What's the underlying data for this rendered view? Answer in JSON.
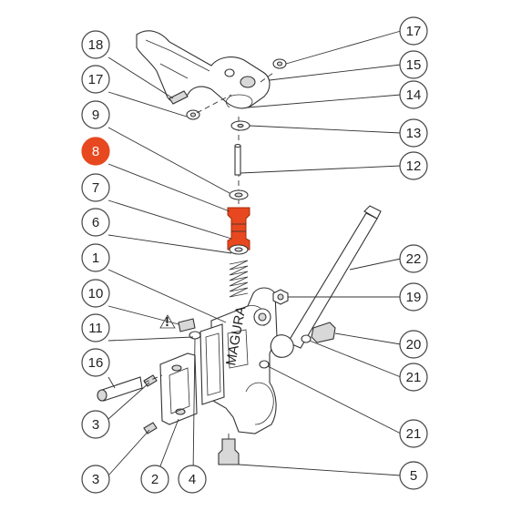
{
  "diagram": {
    "highlight_color": "#e8481f",
    "callouts": [
      {
        "id": "c18",
        "label": "18",
        "highlighted": false
      },
      {
        "id": "c17a",
        "label": "17",
        "highlighted": false
      },
      {
        "id": "c9",
        "label": "9",
        "highlighted": false
      },
      {
        "id": "c8",
        "label": "8",
        "highlighted": true
      },
      {
        "id": "c7",
        "label": "7",
        "highlighted": false
      },
      {
        "id": "c6",
        "label": "6",
        "highlighted": false
      },
      {
        "id": "c1",
        "label": "1",
        "highlighted": false
      },
      {
        "id": "c10",
        "label": "10",
        "highlighted": false
      },
      {
        "id": "c11",
        "label": "11",
        "highlighted": false
      },
      {
        "id": "c16",
        "label": "16",
        "highlighted": false
      },
      {
        "id": "c3a",
        "label": "3",
        "highlighted": false
      },
      {
        "id": "c3b",
        "label": "3",
        "highlighted": false
      },
      {
        "id": "c2",
        "label": "2",
        "highlighted": false
      },
      {
        "id": "c4",
        "label": "4",
        "highlighted": false
      },
      {
        "id": "c17b",
        "label": "17",
        "highlighted": false
      },
      {
        "id": "c15",
        "label": "15",
        "highlighted": false
      },
      {
        "id": "c14",
        "label": "14",
        "highlighted": false
      },
      {
        "id": "c13",
        "label": "13",
        "highlighted": false
      },
      {
        "id": "c12",
        "label": "12",
        "highlighted": false
      },
      {
        "id": "c22",
        "label": "22",
        "highlighted": false
      },
      {
        "id": "c19",
        "label": "19",
        "highlighted": false
      },
      {
        "id": "c20",
        "label": "20",
        "highlighted": false
      },
      {
        "id": "c21a",
        "label": "21",
        "highlighted": false
      },
      {
        "id": "c21b",
        "label": "21",
        "highlighted": false
      },
      {
        "id": "c5",
        "label": "5",
        "highlighted": false
      }
    ]
  }
}
